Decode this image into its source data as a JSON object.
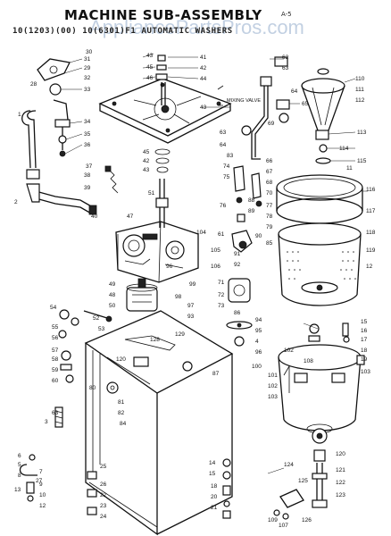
{
  "header": {
    "title": "MACHINE SUB-ASSEMBLY",
    "code": "A-5",
    "model_line": "10(1203)(00)      10(6301)F1  AUTOMATIC WASHERS",
    "watermark": "AppliancePartsPros.com"
  },
  "notes": {
    "mixing_valve": "MIXING VALVE"
  },
  "part_numbers": {
    "p1": "1",
    "p2": "2",
    "p3": "3",
    "p4": "4",
    "p5": "5",
    "p6": "6",
    "p7": "7",
    "p8": "8",
    "p9": "9",
    "p10": "10",
    "p11": "11",
    "p12": "12",
    "p13": "13",
    "p14": "14",
    "p15": "15",
    "p16": "16",
    "p17": "17",
    "p18": "18",
    "p19": "19",
    "p20": "20",
    "p21": "21",
    "p22": "22",
    "p23": "23",
    "p24": "24",
    "p25": "25",
    "p26": "26",
    "p27": "27",
    "p28": "28",
    "p29": "29",
    "p30": "30",
    "p31": "31",
    "p32": "32",
    "p33": "33",
    "p34": "34",
    "p35": "35",
    "p36": "36",
    "p37": "37",
    "p38": "38",
    "p39": "39",
    "p40": "40",
    "p41": "41",
    "p42": "42",
    "p43": "43",
    "p44": "44",
    "p45": "45",
    "p46": "46",
    "p47": "47",
    "p48": "48",
    "p49": "49",
    "p50": "50",
    "p51": "51",
    "p52": "52",
    "p53": "53",
    "p54": "54",
    "p55": "55",
    "p56": "56",
    "p57": "57",
    "p58": "58",
    "p59": "59",
    "p60": "60",
    "p61": "61",
    "p62": "62",
    "p63": "63",
    "p64": "64",
    "p65": "65",
    "p66": "66",
    "p67": "67",
    "p68": "68",
    "p69": "69",
    "p70": "70",
    "p71": "71",
    "p72": "72",
    "p73": "73",
    "p74": "74",
    "p75": "75",
    "p76": "76",
    "p77": "77",
    "p78": "78",
    "p79": "79",
    "p80": "80",
    "p81": "81",
    "p82": "82",
    "p83": "83",
    "p84": "84",
    "p85": "85",
    "p86": "86",
    "p87": "87",
    "p88": "88",
    "p89": "89",
    "p90": "90",
    "p91": "91",
    "p92": "92",
    "p93": "93",
    "p94": "94",
    "p95": "95",
    "p96": "96",
    "p97": "97",
    "p98": "98",
    "p99": "99",
    "p100": "100",
    "p101": "101",
    "p102": "102",
    "p103": "103",
    "p104": "104",
    "p105": "105",
    "p106": "106",
    "p107": "107",
    "p108": "108",
    "p109": "109",
    "p110": "110",
    "p111": "111",
    "p112": "112",
    "p113": "113",
    "p114": "114",
    "p115": "115",
    "p116": "116",
    "p117": "117",
    "p118": "118",
    "p119": "119",
    "p120": "120",
    "p121": "121",
    "p122": "122",
    "p123": "123",
    "p124": "124",
    "p125": "125",
    "p126": "126",
    "p128": "128",
    "p129": "129"
  }
}
